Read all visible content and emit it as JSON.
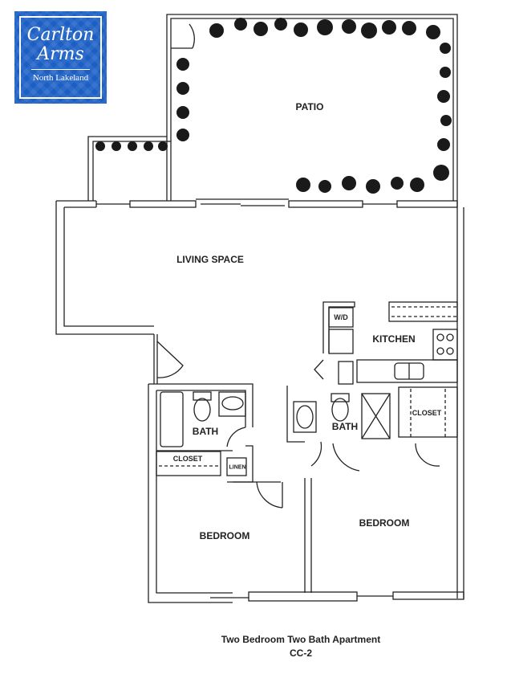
{
  "logo": {
    "line1": "Carlton",
    "line2": "Arms",
    "line3": "North Lakeland",
    "color": "#1b5fc4"
  },
  "rooms": {
    "patio": "PATIO",
    "living": "LIVING SPACE",
    "kitchen": "KITCHEN",
    "wd": "W/D",
    "bath1": "BATH",
    "bath2": "BATH",
    "closet1": "CLOSET",
    "closet2": "CLOSET",
    "linen": "LINEN",
    "bedroom1": "BEDROOM",
    "bedroom2": "BEDROOM"
  },
  "caption": {
    "title": "Two Bedroom Two Bath Apartment",
    "code": "CC-2"
  }
}
